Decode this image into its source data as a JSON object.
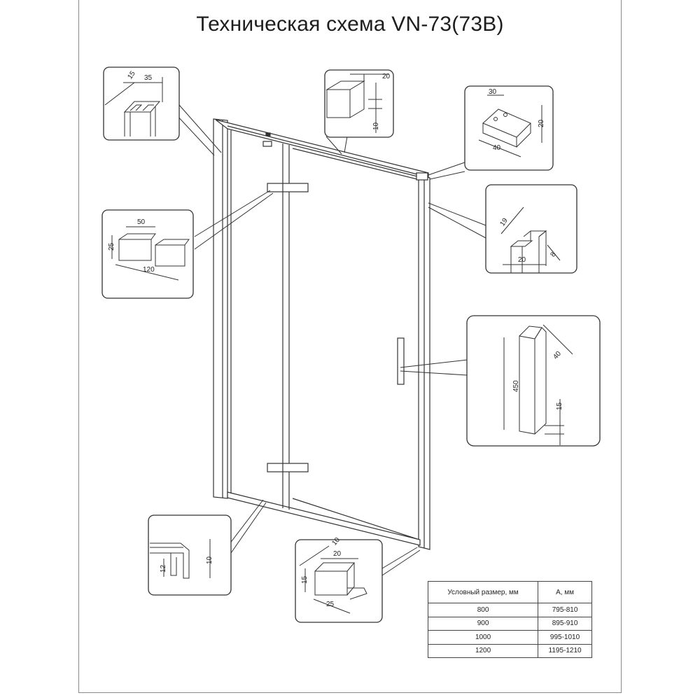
{
  "title": "Техническая схема VN-73(73B)",
  "details": {
    "top_left_profile": {
      "dims": [
        "15",
        "35"
      ]
    },
    "top_rail": {
      "dims": [
        "20",
        "10"
      ]
    },
    "corner_bracket": {
      "dims": [
        "30",
        "20",
        "40"
      ]
    },
    "hinge": {
      "dims": [
        "50",
        "25",
        "120"
      ]
    },
    "wall_profile": {
      "dims": [
        "19",
        "20",
        "8"
      ]
    },
    "handle": {
      "dims": [
        "40",
        "450",
        "15"
      ]
    },
    "bottom_profile": {
      "dims": [
        "12",
        "10"
      ]
    },
    "bottom_bracket": {
      "dims": [
        "10",
        "20",
        "15",
        "25"
      ]
    }
  },
  "size_table": {
    "headers": [
      "Условный размер, мм",
      "А, мм"
    ],
    "rows": [
      [
        "800",
        "795-810"
      ],
      [
        "900",
        "895-910"
      ],
      [
        "1000",
        "995-1010"
      ],
      [
        "1200",
        "1195-1210"
      ]
    ]
  }
}
